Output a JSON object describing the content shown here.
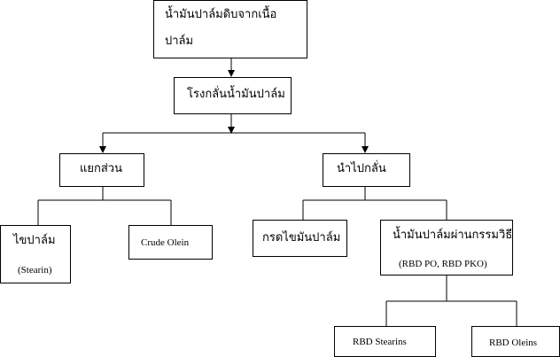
{
  "nodes": {
    "crude_palm_oil": {
      "line1": "น้ำมันปาล์มดิบจากเนื้อ",
      "line2": "ปาล์ม"
    },
    "palm_oil_mill": {
      "label": "โรงกลั่นน้ำมันปาล์ม"
    },
    "fractionation": {
      "label": "แยกส่วน"
    },
    "refining": {
      "label": "นำไปกลั่น"
    },
    "palm_stearin": {
      "line1": "ไขปาล์ม",
      "line2": "(Stearin)"
    },
    "crude_olein": {
      "label": "Crude  Olein"
    },
    "palm_fatty_acid": {
      "label": "กรดไขมันปาล์ม"
    },
    "refined_palm_oil": {
      "line1": "น้ำมันปาล์มผ่านกรรมวิธี",
      "line2": "(RBD PO, RBD PKO)"
    },
    "rbd_stearins": {
      "label": "RBD  Stearins"
    },
    "rbd_oleins": {
      "label": "RBD  Oleins"
    }
  }
}
